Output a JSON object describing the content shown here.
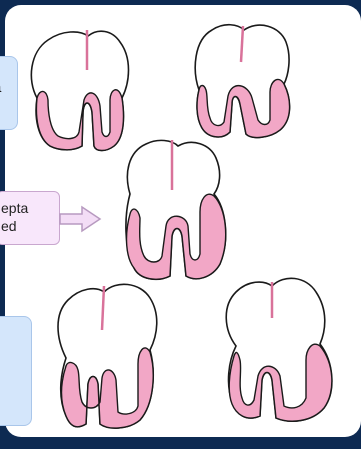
{
  "side_labels": {
    "top": "a",
    "bottom": ""
  },
  "note": {
    "line1": "epta",
    "line2": "ed"
  },
  "colors": {
    "border": "#0d2a52",
    "panel": "#ffffff",
    "myocardium": "#f2a7c6",
    "outline": "#1a1a1a",
    "septum": "#d9729a",
    "note_fill": "#f8e7fb",
    "side_fill": "#d4e6fb"
  },
  "diagram": {
    "count": 5,
    "shapes": [
      "heart-outline-1",
      "heart-outline-2",
      "heart-outline-3",
      "heart-outline-4",
      "heart-outline-5"
    ]
  }
}
